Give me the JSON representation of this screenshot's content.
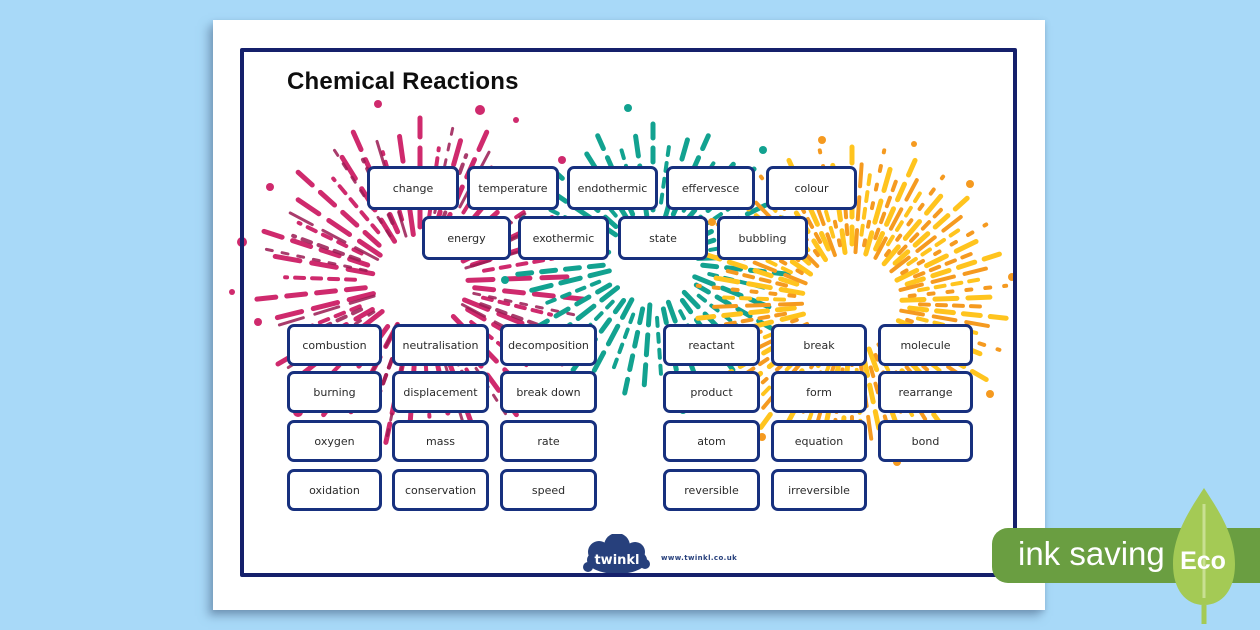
{
  "page": {
    "title": "Chemical Reactions"
  },
  "colors": {
    "background": "#a8d9f8",
    "frame_border": "#15206b",
    "card_border": "#17307e",
    "firework_pink": "#cf2a6d",
    "firework_pink_dark": "#9b1b53",
    "firework_teal": "#12a290",
    "firework_yellow": "#ffc41e",
    "firework_orange": "#f59a20",
    "badge_green": "#6a9e41",
    "leaf_green": "#a4ca55"
  },
  "cards": {
    "row1": [
      "change",
      "temperature",
      "endothermic",
      "effervesce",
      "colour"
    ],
    "row2": [
      "energy",
      "exothermic",
      "state",
      "bubbling"
    ],
    "left": [
      [
        "combustion",
        "neutralisation",
        "decomposition"
      ],
      [
        "burning",
        "displacement",
        "break down"
      ],
      [
        "oxygen",
        "mass",
        "rate"
      ],
      [
        "oxidation",
        "conservation",
        "speed"
      ]
    ],
    "right": [
      [
        "reactant",
        "break",
        "molecule"
      ],
      [
        "product",
        "form",
        "rearrange"
      ],
      [
        "atom",
        "equation",
        "bond"
      ],
      [
        "reversible",
        "irreversible"
      ]
    ]
  },
  "footer": {
    "logo_text": "twinkl",
    "website": "www.twinkl.co.uk"
  },
  "badge": {
    "label": "ink saving",
    "eco": "Eco"
  }
}
